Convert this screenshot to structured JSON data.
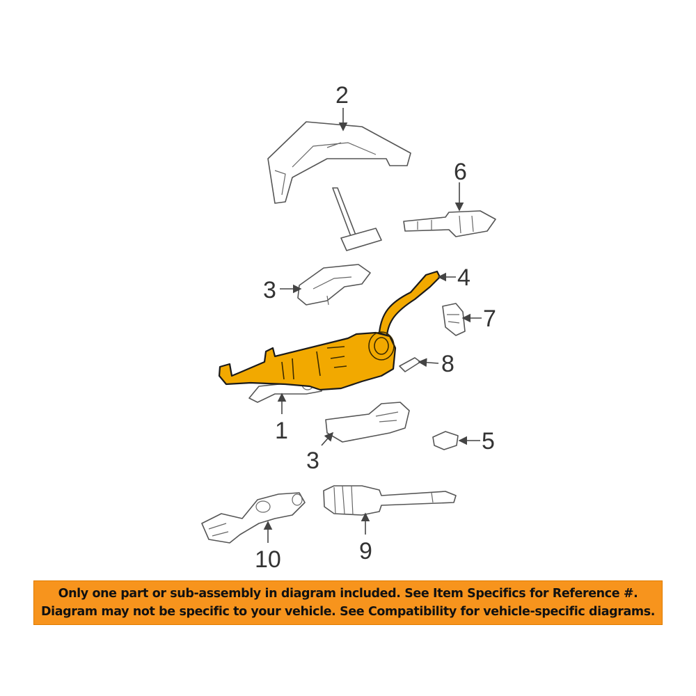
{
  "diagram": {
    "callouts": [
      "1",
      "2",
      "3",
      "3",
      "4",
      "5",
      "6",
      "7",
      "8",
      "9",
      "10"
    ],
    "highlight_part": "4",
    "highlight_color": "#F2A900"
  },
  "banner": {
    "line1": "Only one part or sub-assembly in diagram included. See Item Specifics for Reference #.",
    "line2": "Diagram may not be specific to your vehicle. See Compatibility for vehicle-specific diagrams.",
    "background_color": "#F7941D"
  }
}
